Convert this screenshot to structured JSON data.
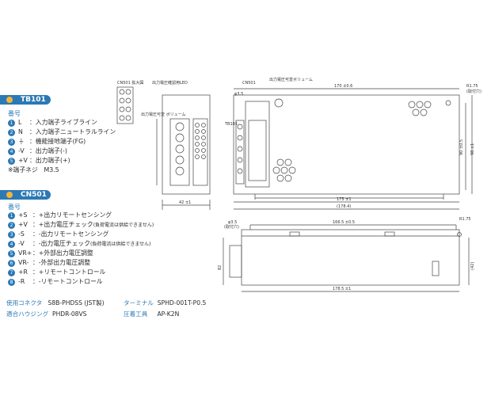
{
  "tb101": {
    "header": "TB101",
    "subheader": "番号",
    "items": [
      {
        "num": "1",
        "key": "L",
        "desc": "：入力端子ライブライン"
      },
      {
        "num": "2",
        "key": "N",
        "desc": "：入力端子ニュートラルライン"
      },
      {
        "num": "3",
        "key": "⏚",
        "desc": "：機能接地端子(FG)"
      },
      {
        "num": "4",
        "key": "-V",
        "desc": "：出力端子(-)"
      },
      {
        "num": "5",
        "key": "+V",
        "desc": "：出力端子(+)"
      }
    ],
    "note": "※端子ネジ　M3.5"
  },
  "cn501": {
    "header": "CN501",
    "subheader": "番号",
    "items": [
      {
        "num": "1",
        "key": "+S",
        "desc": "：+出力リモートセンシング",
        "extra": ""
      },
      {
        "num": "2",
        "key": "+V",
        "desc": "：+出力電圧チェック",
        "extra": "(負荷電流は供給できません)"
      },
      {
        "num": "3",
        "key": "-S",
        "desc": "：-出力リモートセンシング",
        "extra": ""
      },
      {
        "num": "4",
        "key": "-V",
        "desc": "：-出力電圧チェック",
        "extra": "(負荷電流は供給できません)"
      },
      {
        "num": "5",
        "key": "VR+",
        "desc": "：+外部出力電圧調整",
        "extra": ""
      },
      {
        "num": "6",
        "key": "VR-",
        "desc": "：-外部出力電圧調整",
        "extra": ""
      },
      {
        "num": "7",
        "key": "+R",
        "desc": "：+リモートコントロール",
        "extra": ""
      },
      {
        "num": "8",
        "key": "-R",
        "desc": "：-リモートコントロール",
        "extra": ""
      }
    ]
  },
  "footer": {
    "connector_label": "使用コネクタ",
    "connector_value": "S8B-PHDSS (JST製)",
    "terminal_label": "ターミナル",
    "terminal_value": "SPHD-001T-P0.5",
    "housing_label": "適合ハウジング",
    "housing_value": "PHDR-08VS",
    "tool_label": "圧着工具",
    "tool_value": "AP-K2N"
  },
  "drawing": {
    "cn501_label": "CN501 拡大図",
    "led_label": "出力電圧確認用LED",
    "vr_label": "出力電圧可変ボリューム",
    "trim_label": "出力電圧可変\nボリューム",
    "cn501_top": "CN501",
    "tb101_label": "TB101",
    "dim_170": "170 ±0.6",
    "dim_175": "175 ±1",
    "dim_1784": "(178.4)",
    "dim_1665": "166.5 ±0.5",
    "dim_1785": "178.5 ±1",
    "dim_42": "42 ±1",
    "dim_35a": "φ3.5",
    "dim_35b": "φ3.5",
    "dim_r175a": "R1.75",
    "dim_r175b": "R1.75",
    "note_fg_a": "(取付穴)",
    "note_fg_b": "(取付穴)",
    "dim_90": "90 ±0.5",
    "dim_98": "98 ±1",
    "dim_82": "82",
    "dim_42v": "(42)"
  }
}
